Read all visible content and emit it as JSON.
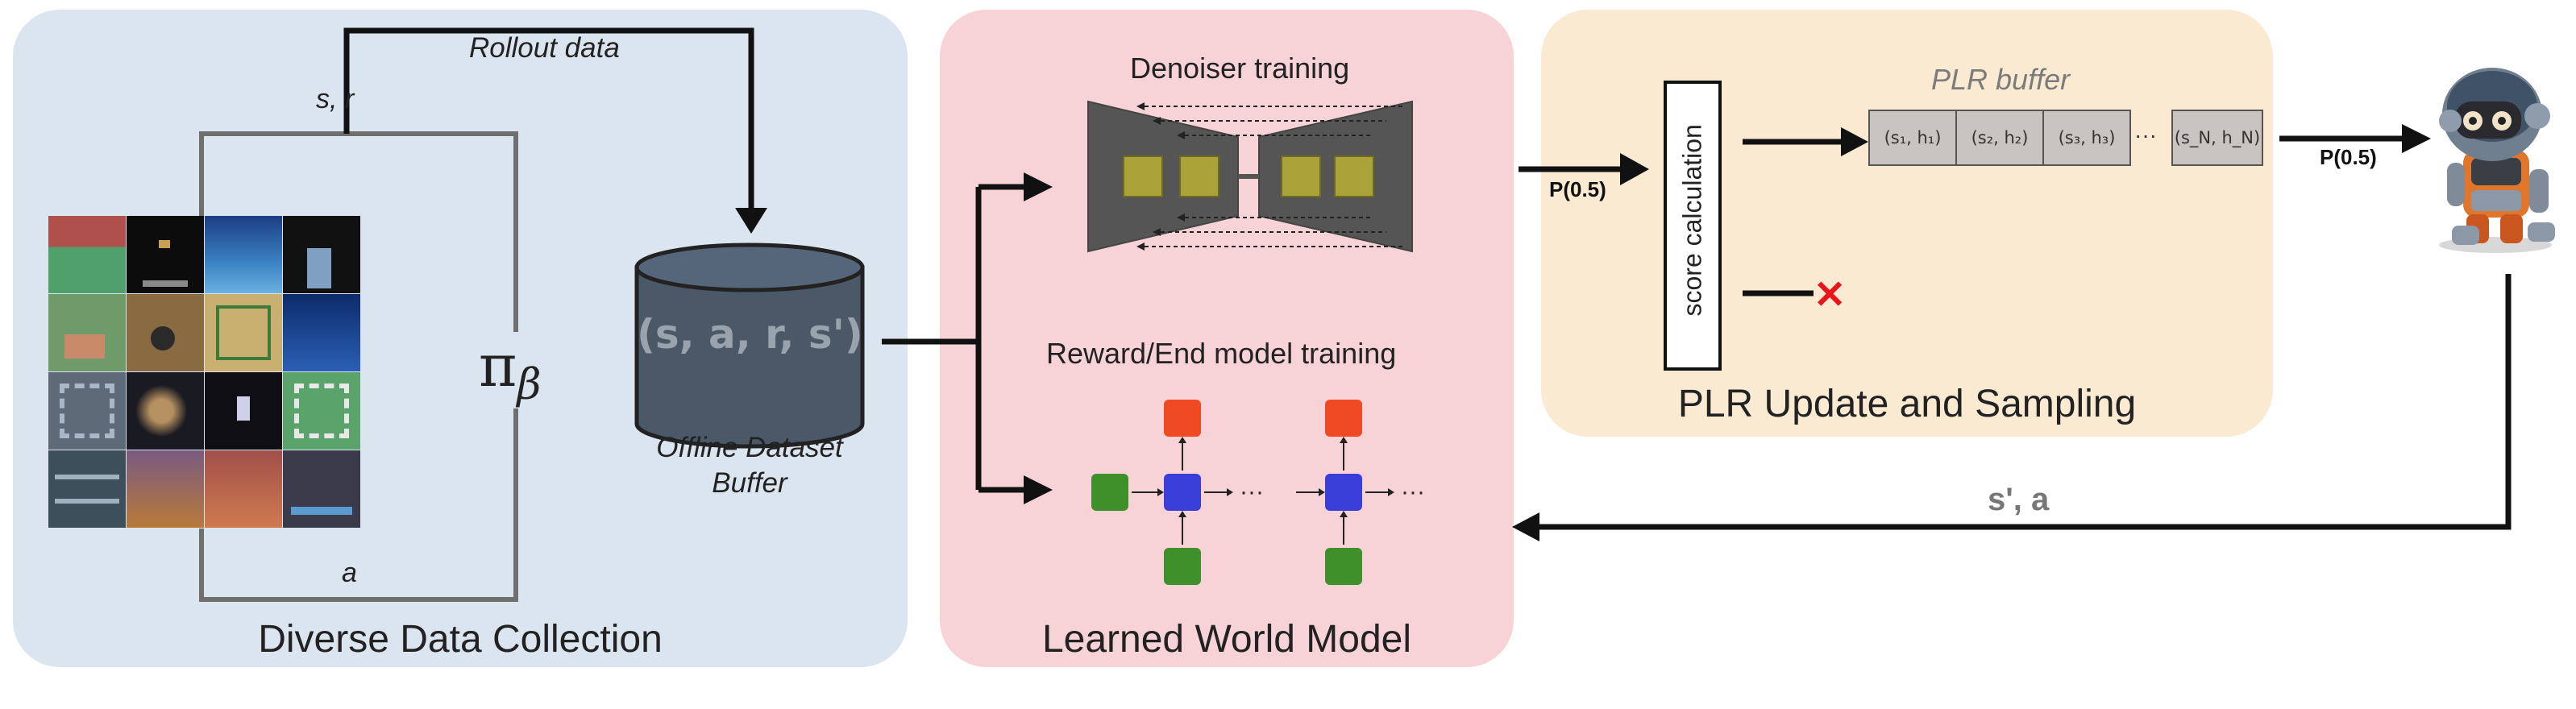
{
  "collection": {
    "title": "Diverse Data Collection",
    "rollout_label": "Rollout data",
    "sr_label": "s, r",
    "a_label": "a",
    "policy_symbol": "π",
    "policy_subscript": "β"
  },
  "dataset": {
    "tuple": "(s, a, r, s')",
    "caption_line1": "Offline Dataset",
    "caption_line2": "Buffer"
  },
  "world_model": {
    "title": "Learned World Model",
    "denoiser_label": "Denoiser training",
    "reward_label": "Reward/End model training",
    "dots": "···"
  },
  "plr": {
    "title": "PLR Update and Sampling",
    "buffer_label": "PLR buffer",
    "score_label": "score calculation",
    "p_in": "P(0.5)",
    "p_out": "P(0.5)",
    "cells": [
      "(s₁, h₁)",
      "(s₂, h₂)",
      "(s₃, h₃)",
      "···",
      "(s_N, h_N)"
    ],
    "reject_mark": "✕"
  },
  "agent": {
    "feedback_label": "s', a"
  },
  "colors": {
    "panel_collection": "#dbe5f0",
    "panel_world_model": "#f7d3d7",
    "panel_plr": "#faead2",
    "reward_node": "#ef4a23",
    "latent_node": "#3a3ed8",
    "input_node": "#3f8f2a",
    "reject": "#e8161b"
  }
}
